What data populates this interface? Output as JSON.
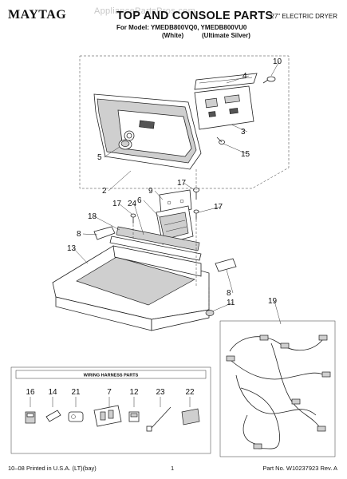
{
  "header": {
    "brand": "MAYTAG",
    "title": "TOP AND CONSOLE PARTS",
    "watermark": "AppliancePartsPros.com",
    "product": "27\" ELECTRIC DRYER",
    "model_line": "For Model: YMEDB800VQ0, YMEDB800VU0",
    "variant_white": "(White)",
    "variant_silver": "(Ultimate Silver)"
  },
  "callouts": [
    "10",
    "4",
    "3",
    "5",
    "15",
    "2",
    "17",
    "9",
    "6",
    "17",
    "24",
    "17",
    "18",
    "8",
    "13",
    "8",
    "11",
    "19"
  ],
  "harness_box": {
    "title": "WIRING HARNESS PARTS",
    "items": [
      "16",
      "14",
      "21",
      "7",
      "12",
      "23",
      "22"
    ]
  },
  "footer": {
    "left": "10–08 Printed in U.S.A. (LT)(bay)",
    "page": "1",
    "right": "Part No. W10237923 Rev. A"
  }
}
